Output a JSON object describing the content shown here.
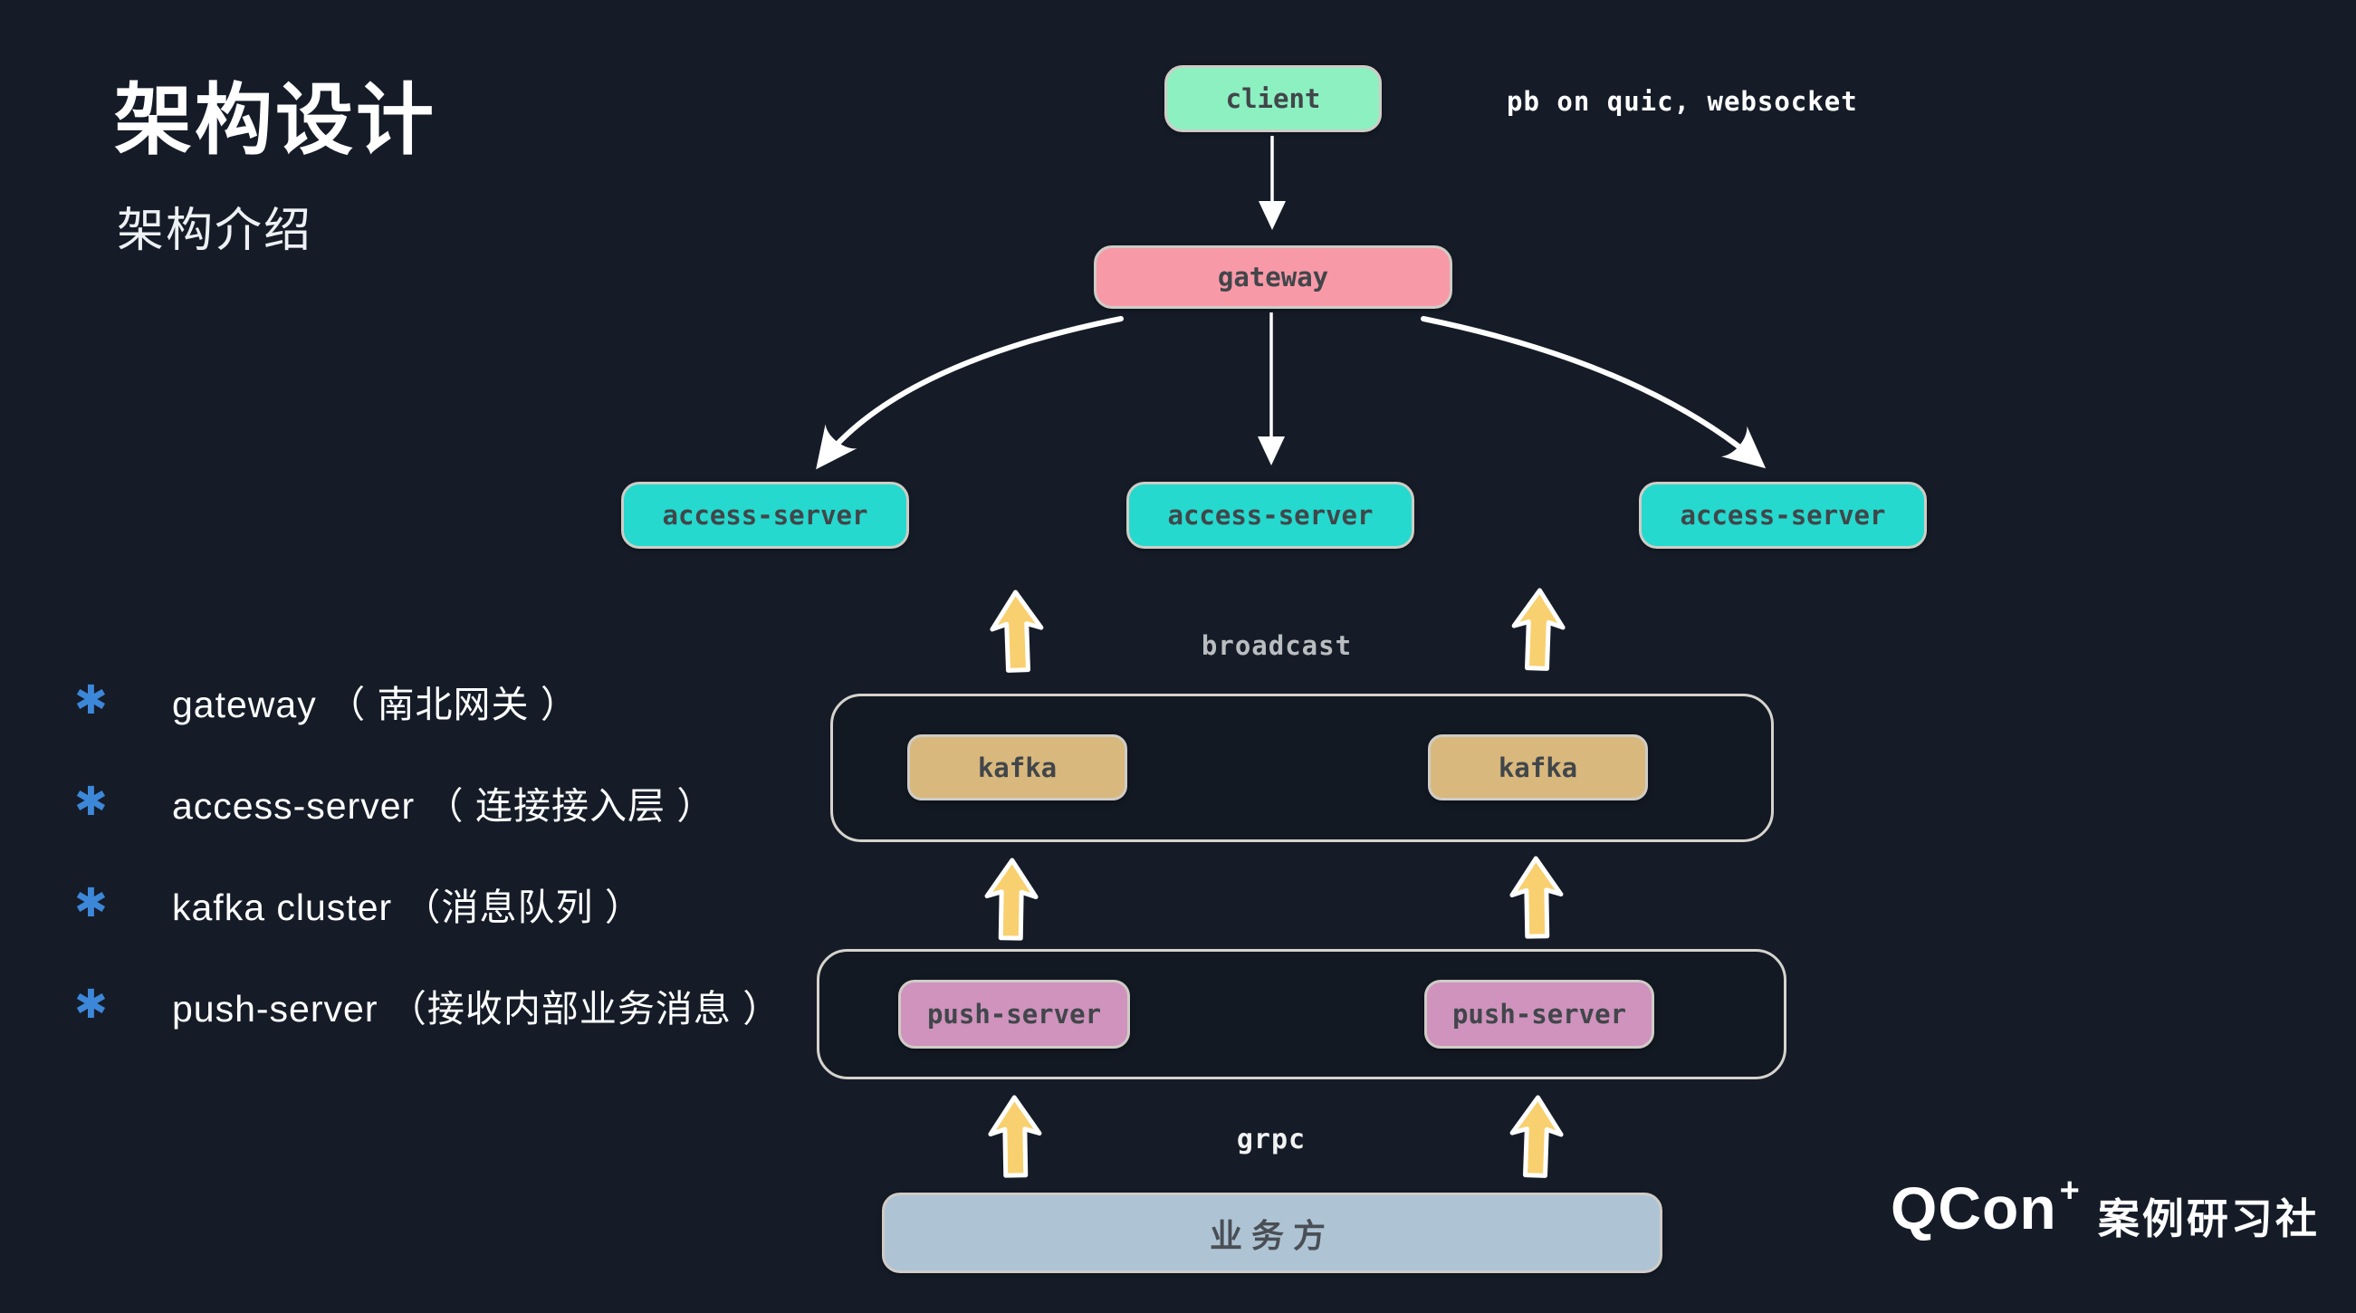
{
  "slide": {
    "title": "架构设计",
    "subtitle": "架构介绍"
  },
  "bullet_marker": "✱",
  "bullets": [
    "gateway （ 南北网关 ）",
    "access-server （ 连接接入层 ）",
    "kafka cluster （消息队列 ）",
    "push-server （接收内部业务消息 ）"
  ],
  "diagram": {
    "client": "client",
    "protocol_note": "pb on quic, websocket",
    "gateway": "gateway",
    "access_servers": [
      "access-server",
      "access-server",
      "access-server"
    ],
    "broadcast": "broadcast",
    "kafka": [
      "kafka",
      "kafka"
    ],
    "push_servers": [
      "push-server",
      "push-server"
    ],
    "grpc": "grpc",
    "business": "业务方"
  },
  "footer": {
    "brand": "QCon",
    "brand_sup": "+",
    "brand_text": "案例研习社"
  },
  "colors": {
    "bg": "#151c28",
    "client-bg": "#8df0c1",
    "gateway-bg": "#f899a8",
    "access-bg": "#25d9ce",
    "kafka-bg": "#d9b87d",
    "push-bg": "#cf93bd",
    "business-bg": "#aec4d5",
    "arrow-yellow": "#f8d06f",
    "bullet-blue": "#3d87d9",
    "node-text": "#41464a",
    "line-white": "#ffffff"
  }
}
